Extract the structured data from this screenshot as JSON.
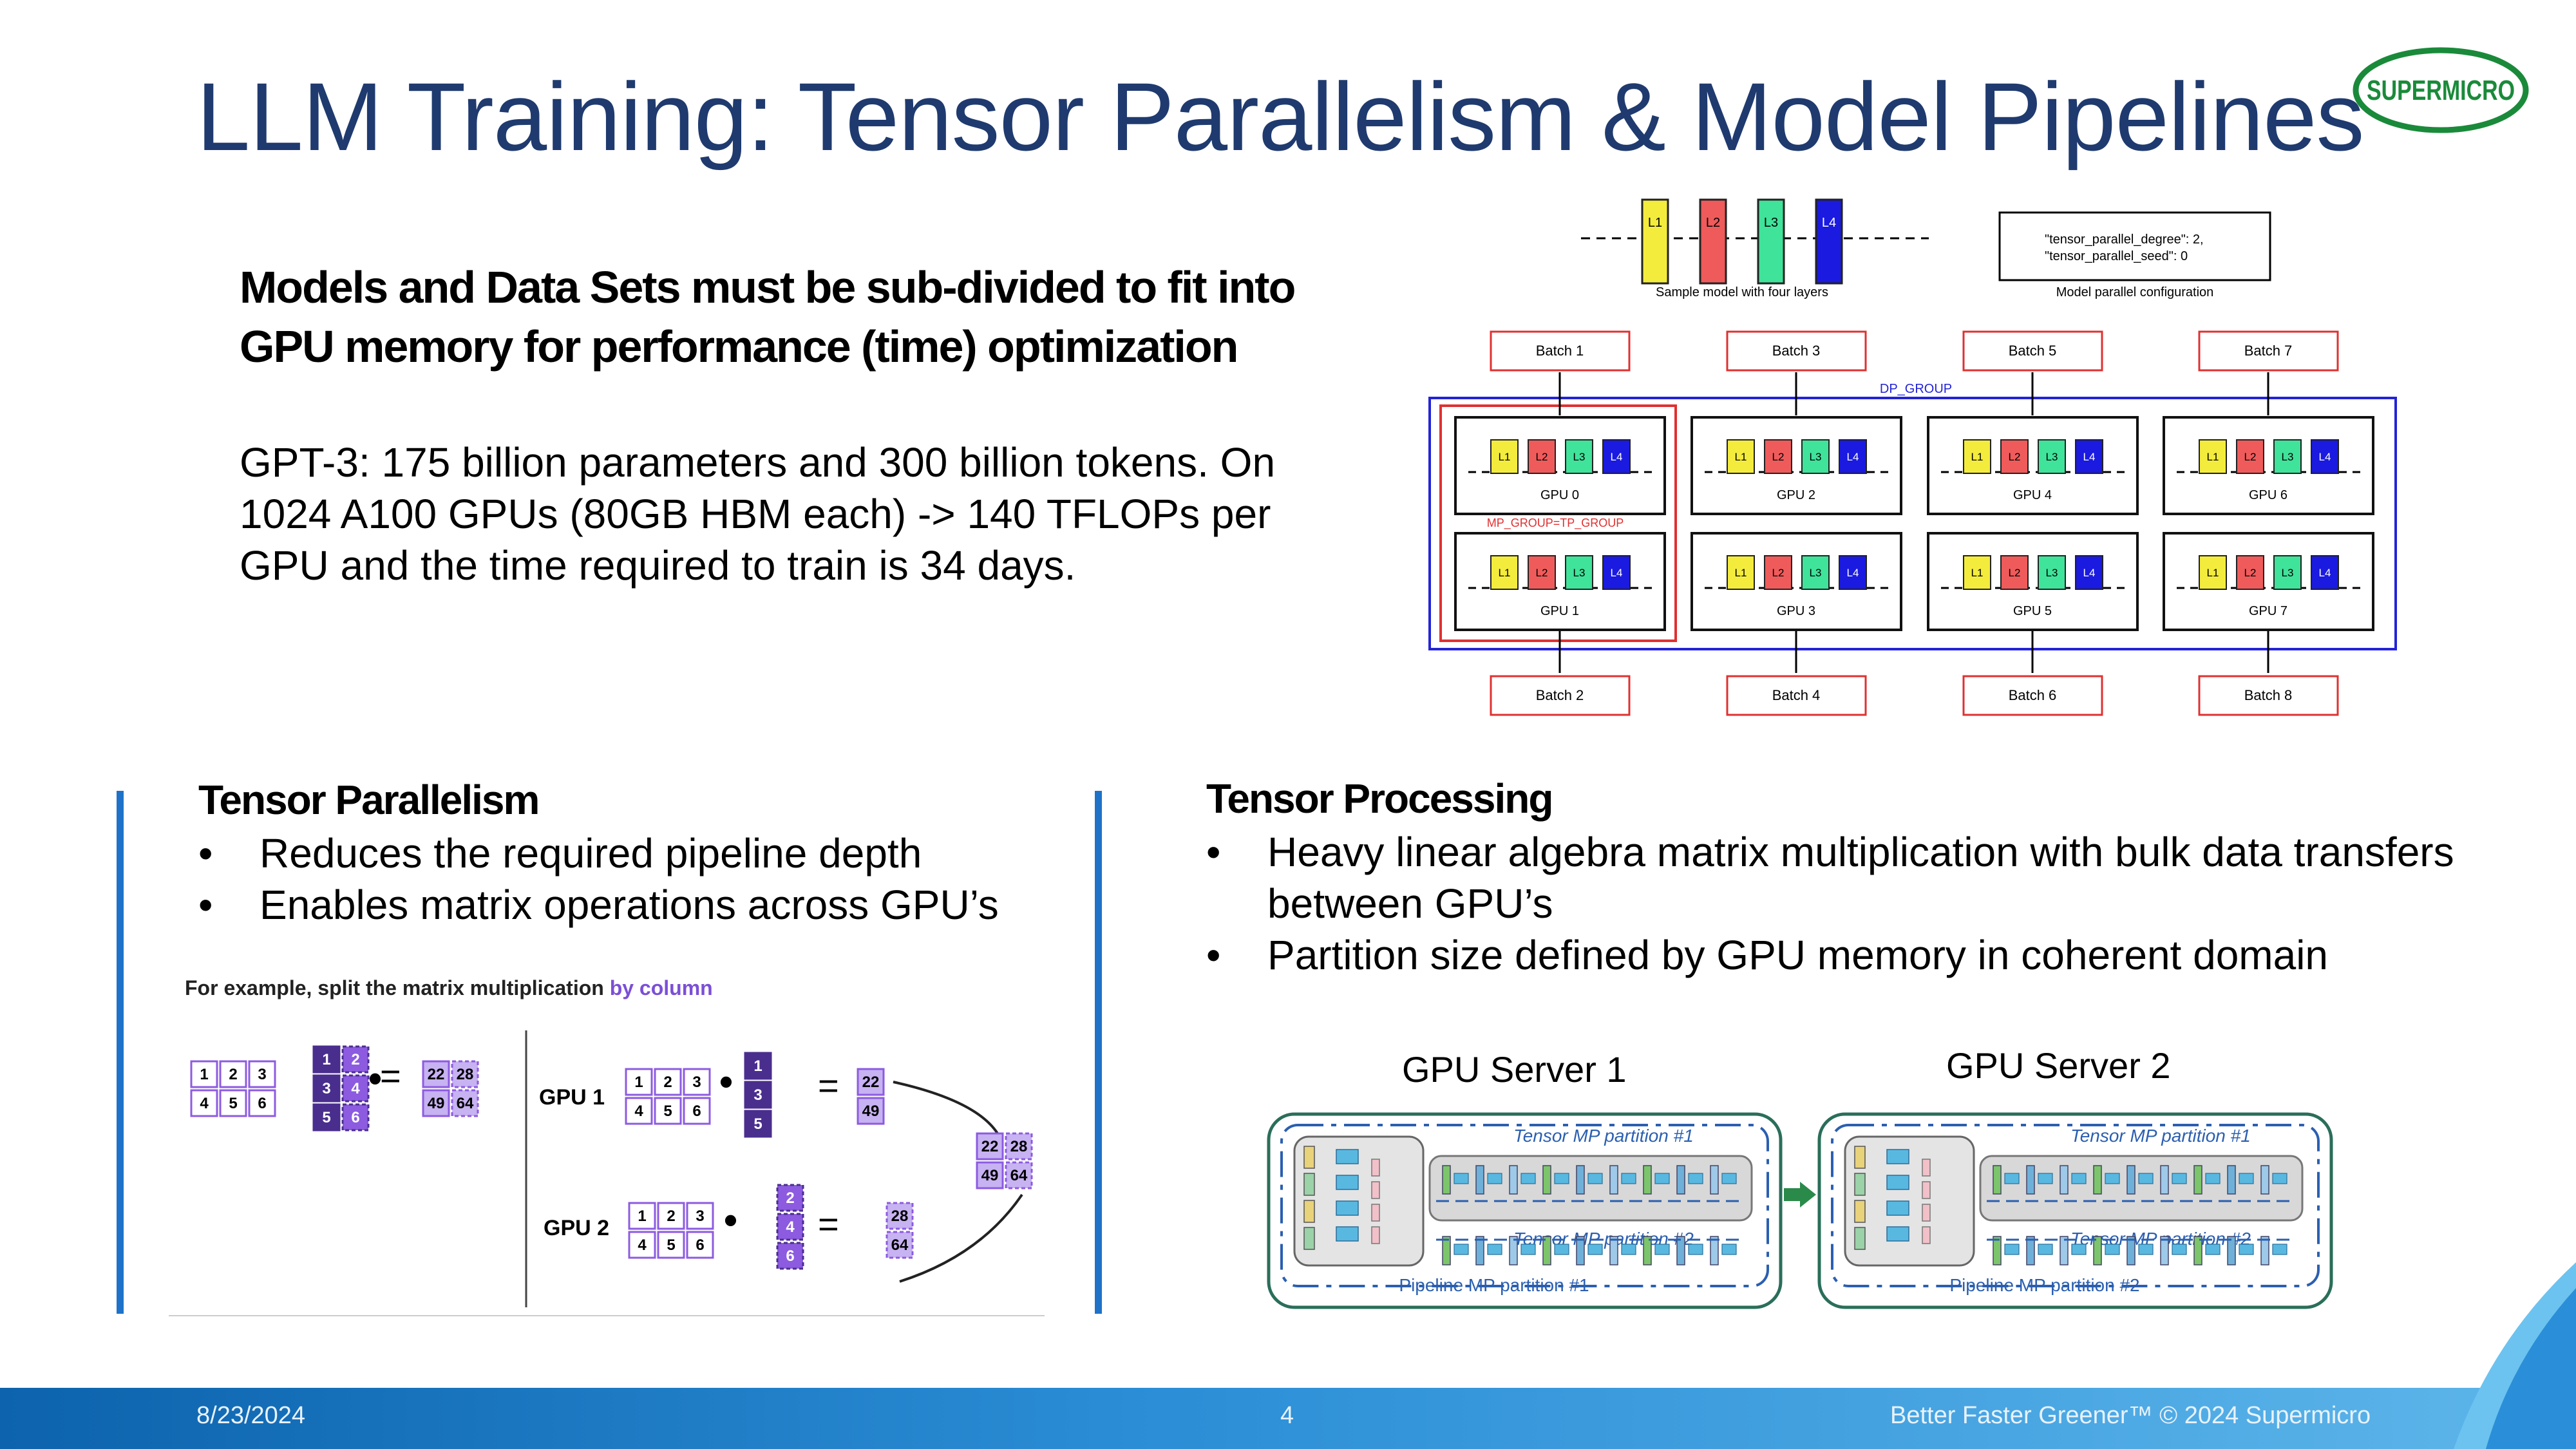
{
  "slide": {
    "title": "LLM Training: Tensor Parallelism & Model Pipelines",
    "logo_text": "SUPERMICRO",
    "heading": "Models and Data Sets must be sub-divided to fit into GPU memory for performance (time) optimization",
    "gpt_label": "GPT-3",
    "gpt_text": ":  175 billion parameters and 300 billion tokens. On 1024 A100 GPUs (80GB HBM each) -> 140 TFLOPs per GPU and the time required to train is 34 days."
  },
  "diagram_top": {
    "layers": [
      "L1",
      "L2",
      "L3",
      "L4"
    ],
    "layer_colors": [
      "#f4ec3c",
      "#ef5b5b",
      "#3fe39a",
      "#1a1ae0"
    ],
    "sample_caption": "Sample model with four layers",
    "config_lines": [
      "\"tensor_parallel_degree\": 2,",
      "\"tensor_parallel_seed\": 0"
    ],
    "config_caption": "Model parallel configuration",
    "batches_top": [
      "Batch 1",
      "Batch 3",
      "Batch 5",
      "Batch 7"
    ],
    "batches_bottom": [
      "Batch 2",
      "Batch 4",
      "Batch 6",
      "Batch 8"
    ],
    "gpus_top": [
      "GPU 0",
      "GPU 2",
      "GPU 4",
      "GPU 6"
    ],
    "gpus_bottom": [
      "GPU 1",
      "GPU 3",
      "GPU 5",
      "GPU 7"
    ],
    "dp_group": "DP_GROUP",
    "mp_group": "MP_GROUP=TP_GROUP"
  },
  "tensor_parallelism": {
    "title": "Tensor Parallelism",
    "bullets": [
      "Reduces the required pipeline depth",
      "Enables matrix operations across GPU’s"
    ]
  },
  "matrix_example": {
    "caption_prefix": "For example, split the matrix multiplication ",
    "caption_highlight": "by column",
    "left_matrix": [
      "1",
      "2",
      "3",
      "4",
      "5",
      "6"
    ],
    "right_matrix": [
      "1",
      "2",
      "3",
      "4",
      "5",
      "6"
    ],
    "result": [
      "22",
      "28",
      "49",
      "64"
    ],
    "gpu1_label": "GPU 1",
    "gpu2_label": "GPU 2",
    "gpu1_col": [
      "1",
      "3",
      "5"
    ],
    "gpu2_col": [
      "2",
      "4",
      "6"
    ],
    "gpu1_result": [
      "22",
      "49"
    ],
    "gpu2_result": [
      "28",
      "64"
    ],
    "dot": "•",
    "equals": "="
  },
  "tensor_processing": {
    "title": "Tensor Processing",
    "bullets": [
      "Heavy linear algebra matrix multiplication with bulk data transfers between GPU’s",
      "Partition size defined by GPU memory in coherent domain"
    ]
  },
  "servers": {
    "server1": "GPU Server 1",
    "server2": "GPU Server 2",
    "tmp1": "Tensor MP partition #1",
    "tmp2": "Tensor MP partition #2",
    "pmp1": "Pipeline MP partition #1",
    "pmp2": "Pipeline MP partition #2"
  },
  "footer": {
    "date": "8/23/2024",
    "page": "4",
    "tagline": "Better Faster Greener™  © 2024 Supermicro"
  },
  "colors": {
    "title": "#1f3a6e",
    "accent_bar": "#1e73c8",
    "purple": "#7b4fd6"
  }
}
